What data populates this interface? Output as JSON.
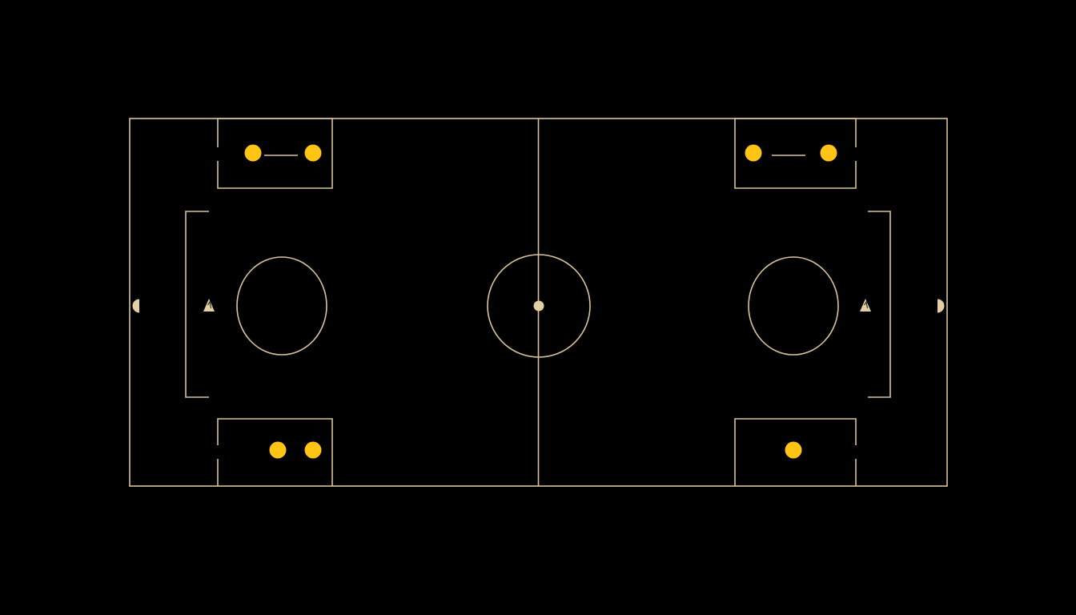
{
  "colors": {
    "background": "#000000",
    "line": "#d8c49a",
    "player": "#ffc414",
    "marker": "#e2cfa4"
  },
  "icons": {
    "goal_marker": "half-disc-icon",
    "player_marker": "triangle-figure-icon",
    "player_token": "filled-circle-icon"
  },
  "players": {
    "left_top_pair": 2,
    "right_top_pair": 2,
    "left_bottom_pair": 2,
    "right_bottom_single": 1
  }
}
